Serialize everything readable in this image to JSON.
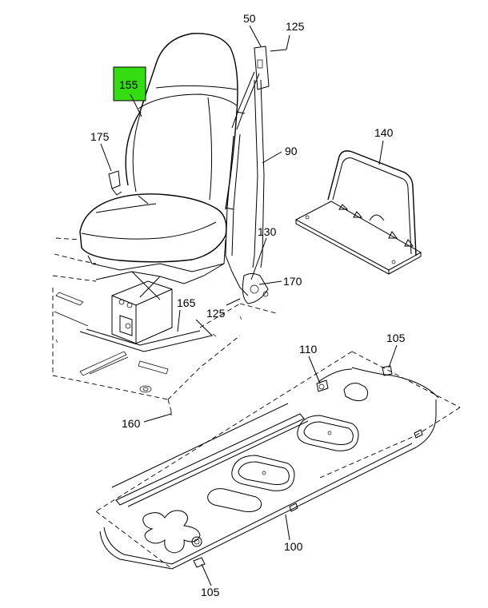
{
  "callouts": {
    "c50": "50",
    "c125_top": "125",
    "c155": "155",
    "c175": "175",
    "c90": "90",
    "c140": "140",
    "c130": "130",
    "c170": "170",
    "c165": "165",
    "c125_mid": "125",
    "c110": "110",
    "c105_top": "105",
    "c160": "160",
    "c100": "100",
    "c105_bottom": "105"
  },
  "highlight": {
    "callout": "155",
    "color": "#33dd11"
  }
}
